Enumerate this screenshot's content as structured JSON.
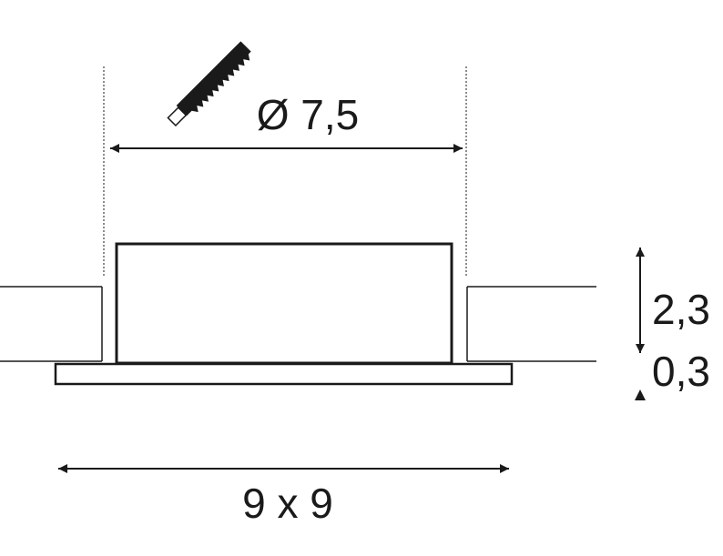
{
  "diagram": {
    "cutout_diameter_label": "Ø 7,5",
    "body_height_label": "2,3",
    "flange_thickness_label": "0,3",
    "outer_size_label": "9 x 9",
    "saw_icon": "hole-saw-icon",
    "line_color": "#1a1a1a",
    "background_color": "#ffffff"
  }
}
